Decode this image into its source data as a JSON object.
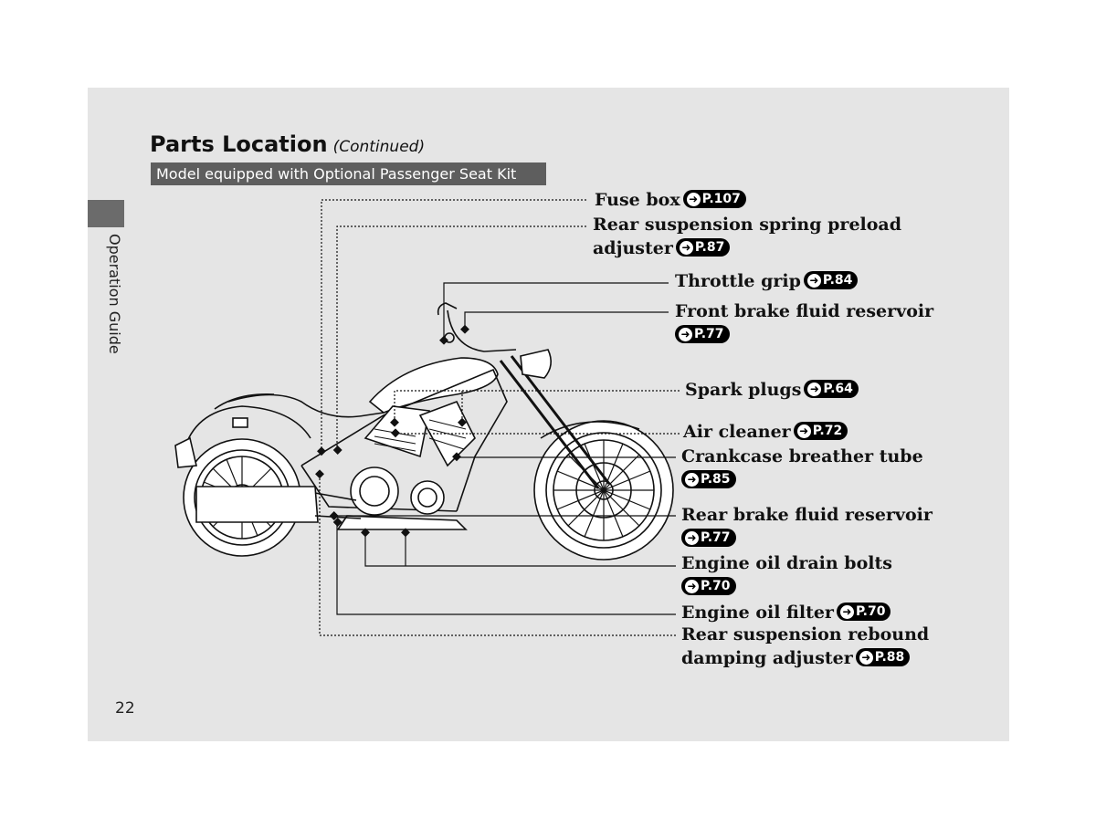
{
  "header": {
    "title": "Parts Location",
    "subtitle": "(Continued)",
    "model_note": "Model equipped with Optional Passenger Seat Kit"
  },
  "side_tab": {
    "label": "Operation Guide"
  },
  "page_number": "22",
  "callouts": [
    {
      "id": "fuse-box",
      "line1": "Fuse box",
      "line2": "",
      "ref": "P.107"
    },
    {
      "id": "rear-suspension-preload",
      "line1": "Rear suspension spring preload",
      "line2": "adjuster",
      "ref": "P.87"
    },
    {
      "id": "throttle-grip",
      "line1": "Throttle grip",
      "line2": "",
      "ref": "P.84"
    },
    {
      "id": "front-brake-fluid",
      "line1": "Front brake fluid reservoir",
      "line2": "",
      "ref": "P.77"
    },
    {
      "id": "spark-plugs",
      "line1": "Spark plugs",
      "line2": "",
      "ref": "P.64"
    },
    {
      "id": "air-cleaner",
      "line1": "Air cleaner",
      "line2": "",
      "ref": "P.72"
    },
    {
      "id": "crankcase-breather",
      "line1": "Crankcase breather tube",
      "line2": "",
      "ref": "P.85"
    },
    {
      "id": "rear-brake-fluid",
      "line1": "Rear brake fluid reservoir",
      "line2": "",
      "ref": "P.77"
    },
    {
      "id": "engine-oil-drain",
      "line1": "Engine oil drain bolts",
      "line2": "",
      "ref": "P.70"
    },
    {
      "id": "engine-oil-filter",
      "line1": "Engine oil filter",
      "line2": "",
      "ref": "P.70"
    },
    {
      "id": "rear-suspension-rebound",
      "line1": "Rear suspension rebound",
      "line2": "damping adjuster",
      "ref": "P.88"
    }
  ],
  "icons": {
    "ref_arrow": "arrow-right-icon"
  }
}
